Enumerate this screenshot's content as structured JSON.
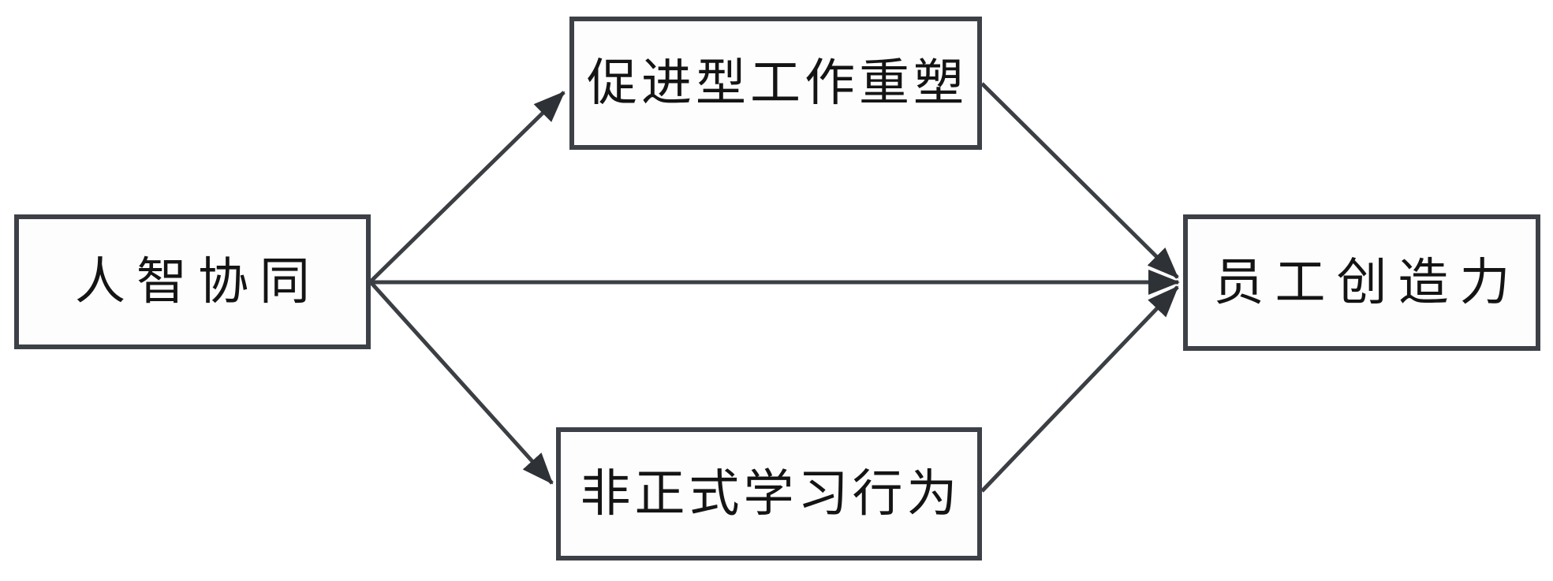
{
  "diagram": {
    "type": "path-model",
    "nodes": {
      "left": {
        "id": "human-ai-collaboration",
        "label": "人智协同"
      },
      "top": {
        "id": "promotive-job-crafting",
        "label": "促进型工作重塑"
      },
      "bottom": {
        "id": "informal-learning-behavior",
        "label": "非正式学习行为"
      },
      "right": {
        "id": "employee-creativity",
        "label": "员工创造力"
      }
    },
    "edges": [
      {
        "from": "人智协同",
        "to": "促进型工作重塑",
        "arrow": "end"
      },
      {
        "from": "人智协同",
        "to": "员工创造力",
        "arrow": "end"
      },
      {
        "from": "人智协同",
        "to": "非正式学习行为",
        "arrow": "end"
      },
      {
        "from": "促进型工作重塑",
        "to": "员工创造力",
        "arrow": "end"
      },
      {
        "from": "非正式学习行为",
        "to": "员工创造力",
        "arrow": "end"
      }
    ],
    "colors": {
      "box_border": "#3d4147",
      "box_fill": "#fdfdfd",
      "arrow_stroke": "#3b3f44",
      "arrowhead_fill": "#2e3135",
      "text": "#141414",
      "background": "#ffffff"
    }
  }
}
